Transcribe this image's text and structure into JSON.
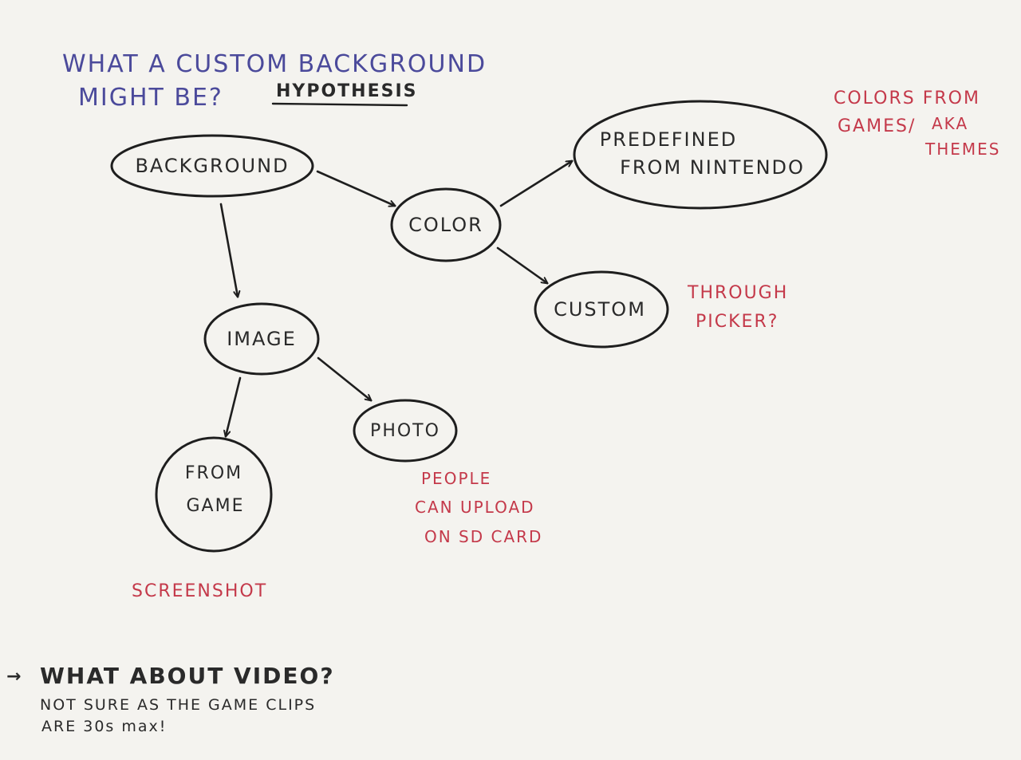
{
  "title": {
    "line1": "WHAT A CUSTOM BACKGROUND",
    "line2": "MIGHT BE?",
    "tag": "HYPOTHESIS"
  },
  "nodes": {
    "background": "BACKGROUND",
    "color": "COLOR",
    "predefined_line1": "PREDEFINED",
    "predefined_line2": "FROM NINTENDO",
    "custom": "CUSTOM",
    "image": "IMAGE",
    "photo": "PHOTO",
    "from_game_line1": "FROM",
    "from_game_line2": "GAME"
  },
  "notes": {
    "colors_line1": "COLORS FROM",
    "colors_line2": "GAMES/",
    "colors_line3": "AKA",
    "colors_line4": "THEMES",
    "picker_line1": "THROUGH",
    "picker_line2": "PICKER?",
    "people_line1": "PEOPLE",
    "people_line2": "CAN UPLOAD",
    "people_line3": "ON SD CARD",
    "screenshot": "SCREENSHOT"
  },
  "footer": {
    "arrow": "→",
    "question": "WHAT ABOUT VIDEO?",
    "detail_line1": "NOT SURE AS THE GAME CLIPS",
    "detail_line2": "ARE 30s max!"
  },
  "colors": {
    "paper": "#f4f3ef",
    "ink": "#1e1e1e",
    "blue_ink": "#4b4a9b",
    "red_ink": "#c4394a"
  }
}
